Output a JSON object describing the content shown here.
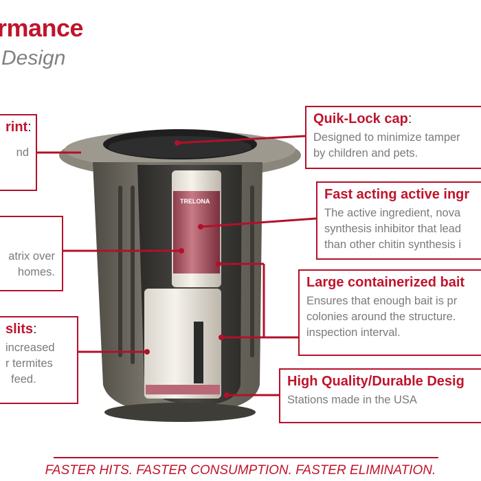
{
  "header": {
    "title": "rmance",
    "subtitle": "Design"
  },
  "callouts": {
    "footprint": {
      "heading": "rint",
      "lines": [
        "nd"
      ]
    },
    "matrix": {
      "heading": "",
      "lines": [
        "atrix over",
        "homes."
      ]
    },
    "slits": {
      "heading": "slits",
      "lines": [
        "increased",
        "r termites",
        "feed."
      ]
    },
    "quik_lock": {
      "heading": "Quik-Lock cap",
      "lines": [
        "Designed to minimize tamper",
        "by children and pets."
      ]
    },
    "fast_acting": {
      "heading": "Fast acting active ingr",
      "lines": [
        "The active ingredient, nova",
        "synthesis inhibitor that lead",
        "than other chitin synthesis i"
      ]
    },
    "large_bait": {
      "heading": "Large containerized bait",
      "lines": [
        "Ensures that enough bait is pr",
        "colonies around the structure.",
        "inspection interval."
      ]
    },
    "durable": {
      "heading": "High Quality/Durable Desig",
      "lines": [
        "Stations made in the USA"
      ]
    }
  },
  "product": {
    "label_text": "TRELONA"
  },
  "footer": {
    "tagline": "FASTER HITS. FASTER CONSUMPTION. FASTER ELIMINATION."
  },
  "colors": {
    "accent": "#c0142c",
    "body_text": "#7a7a7a",
    "station_body": "#6e6a60"
  }
}
